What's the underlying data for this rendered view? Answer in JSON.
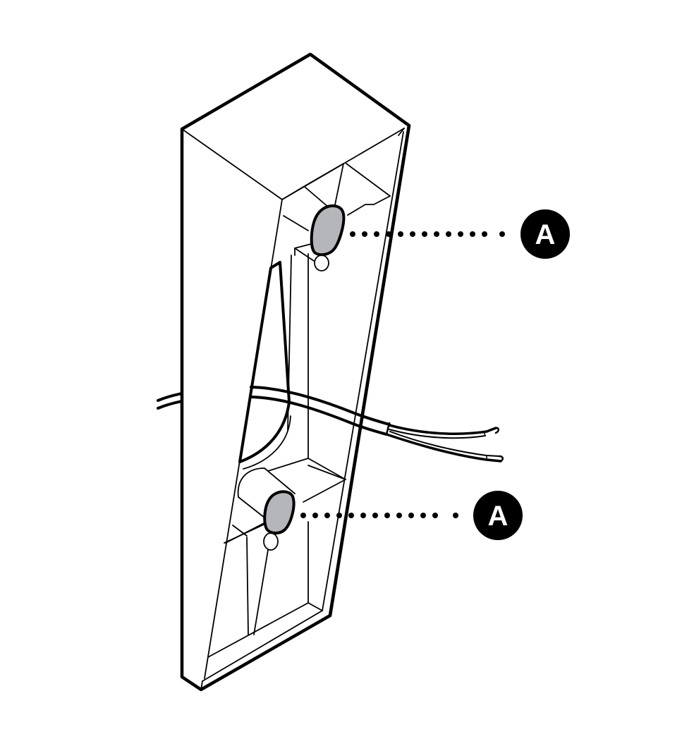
{
  "diagram": {
    "subject": "wedge mounting bracket, rear view, with wires passing through",
    "background_color": "#ffffff",
    "line_color": "#000000",
    "pad_fill_color": "#b5b6b9",
    "callouts": [
      {
        "id": "callout-top",
        "label": "A",
        "target": "upper mounting pad"
      },
      {
        "id": "callout-bottom",
        "label": "A",
        "target": "lower mounting pad"
      }
    ]
  }
}
